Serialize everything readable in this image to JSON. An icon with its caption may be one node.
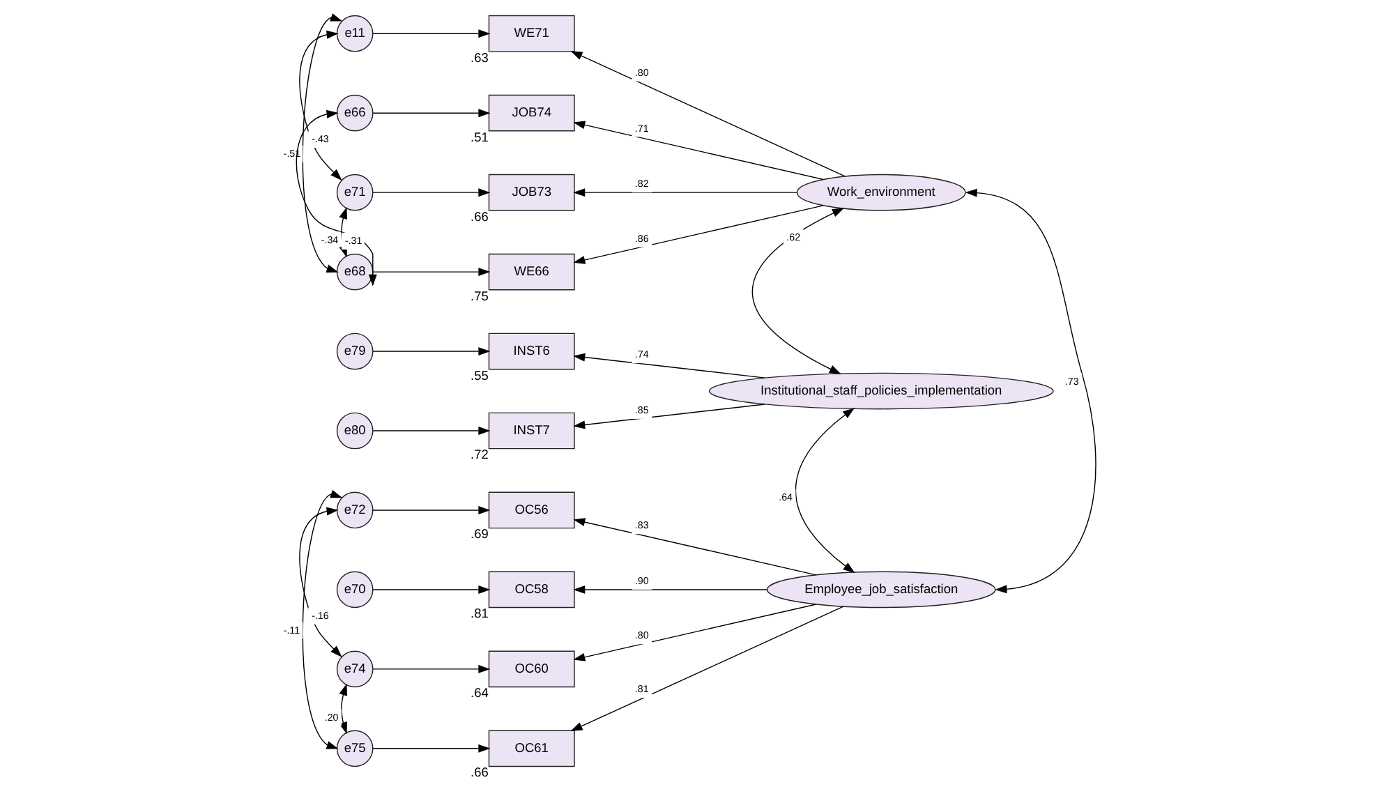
{
  "diagram": {
    "nodes": [
      {
        "text": [
          "e11"
        ]
      },
      {
        "text": [
          "WE71"
        ],
        "beside": [
          ".63"
        ]
      },
      {
        "text": [
          "e66"
        ]
      },
      {
        "text": [
          "JOB74"
        ],
        "beside": [
          ".51"
        ]
      },
      {
        "text": [
          "e71"
        ]
      },
      {
        "text": [
          "JOB73"
        ],
        "beside": [
          ".66"
        ]
      },
      {
        "text": [
          "e68"
        ]
      },
      {
        "text": [
          "WE66"
        ],
        "beside": [
          ".75"
        ]
      },
      {
        "text": [
          "Work_environment"
        ]
      },
      {
        "text": [
          "e79"
        ]
      },
      {
        "text": [
          "INST6"
        ],
        "beside": [
          ".55"
        ]
      },
      {
        "text": [
          "Institutional_staff_policies_implementation"
        ]
      },
      {
        "text": [
          "e80"
        ]
      },
      {
        "text": [
          "INST7"
        ],
        "beside": [
          ".72"
        ]
      },
      {
        "text": [
          "e72"
        ]
      },
      {
        "text": [
          "OC56"
        ],
        "beside": [
          ".69"
        ]
      },
      {
        "text": [
          "e70"
        ]
      },
      {
        "text": [
          "OC58"
        ],
        "beside": [
          ".81"
        ]
      },
      {
        "text": [
          "e74"
        ]
      },
      {
        "text": [
          "OC60"
        ],
        "beside": [
          ".64"
        ]
      },
      {
        "text": [
          "e75"
        ]
      },
      {
        "text": [
          "OC61"
        ],
        "beside": [
          ".66"
        ]
      },
      {
        "text": [
          "Employee_job_satisfaction"
        ]
      }
    ],
    "edges": [
      {
        "from": 0,
        "to": 1,
        "arrow": "to"
      },
      {
        "from": 2,
        "to": 3,
        "arrow": "to"
      },
      {
        "from": 4,
        "to": 5,
        "arrow": "to"
      },
      {
        "from": 6,
        "to": 7,
        "arrow": "to"
      },
      {
        "from": 9,
        "to": 10,
        "arrow": "to"
      },
      {
        "from": 12,
        "to": 13,
        "arrow": "to"
      },
      {
        "from": 14,
        "to": 15,
        "arrow": "to"
      },
      {
        "from": 16,
        "to": 17,
        "arrow": "to"
      },
      {
        "from": 18,
        "to": 19,
        "arrow": "to"
      },
      {
        "from": 20,
        "to": 21,
        "arrow": "to"
      },
      {
        "from": 8,
        "to": 1,
        "arrow": "to",
        "label": ".80"
      },
      {
        "from": 8,
        "to": 3,
        "arrow": "to",
        "label": ".71"
      },
      {
        "from": 8,
        "to": 5,
        "arrow": "to",
        "label": ".82"
      },
      {
        "from": 8,
        "to": 7,
        "arrow": "to",
        "label": ".86"
      },
      {
        "from": 11,
        "to": 10,
        "arrow": "to",
        "label": ".74"
      },
      {
        "from": 11,
        "to": 13,
        "arrow": "to",
        "label": ".85"
      },
      {
        "from": 22,
        "to": 15,
        "arrow": "to",
        "label": ".83"
      },
      {
        "from": 22,
        "to": 17,
        "arrow": "to",
        "label": ".90"
      },
      {
        "from": 22,
        "to": 19,
        "arrow": "to",
        "label": ".80"
      },
      {
        "from": 22,
        "to": 21,
        "arrow": "to",
        "label": ".81"
      },
      {
        "from": 0,
        "to": 4,
        "arrow": "both",
        "label": "-.43"
      },
      {
        "from": 0,
        "to": 6,
        "arrow": "both",
        "label": "-.51"
      },
      {
        "from": 2,
        "to": 6,
        "arrow": "both",
        "label": "-.34"
      },
      {
        "from": 4,
        "to": 6,
        "arrow": "both",
        "label": "-.31"
      },
      {
        "from": 14,
        "to": 18,
        "arrow": "both",
        "label": "-.16"
      },
      {
        "from": 14,
        "to": 20,
        "arrow": "both",
        "label": "-.11"
      },
      {
        "from": 18,
        "to": 20,
        "arrow": "both",
        "label": ".20"
      },
      {
        "from": 8,
        "to": 11,
        "arrow": "both",
        "label": ".62"
      },
      {
        "from": 11,
        "to": 22,
        "arrow": "both",
        "label": ".64"
      },
      {
        "from": 8,
        "to": 22,
        "arrow": "both",
        "label": ".73"
      }
    ]
  }
}
